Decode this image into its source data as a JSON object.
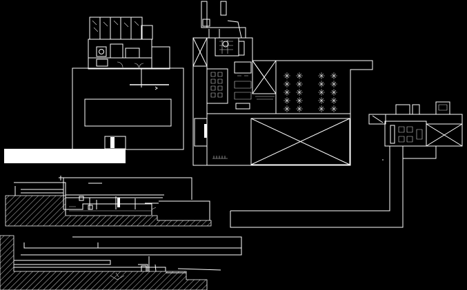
{
  "drawing": {
    "background": "#000000",
    "line_color": "#ffffff",
    "views": [
      "floor-plan-left",
      "floor-plan-center",
      "floor-plan-right",
      "section-upper",
      "section-lower"
    ]
  }
}
